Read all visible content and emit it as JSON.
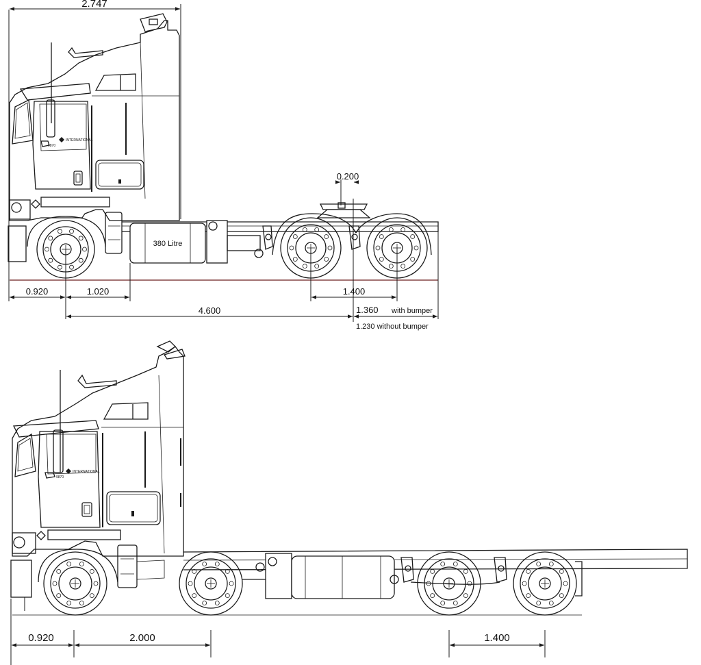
{
  "top_view": {
    "overall_width": "2.747",
    "front_overhang": "0.920",
    "cab_to_front_axle_gap": "1.020",
    "fifth_wheel_offset": "0.200",
    "rear_axle_spacing": "1.400",
    "wheelbase": "4.600",
    "rear_overhang_with_bumper": "1.360",
    "with_bumper_note": "with bumper",
    "rear_overhang_without_bumper": "1.230 without bumper",
    "fuel_tank_label": "380 Litre",
    "door_brand": "INTERNATIONAL",
    "door_model": "9870"
  },
  "bottom_view": {
    "front_overhang": "0.920",
    "front_axle_spacing": "2.000",
    "rear_axle_spacing": "1.400",
    "door_brand": "INTERNATIONAL",
    "door_model": "9870"
  }
}
